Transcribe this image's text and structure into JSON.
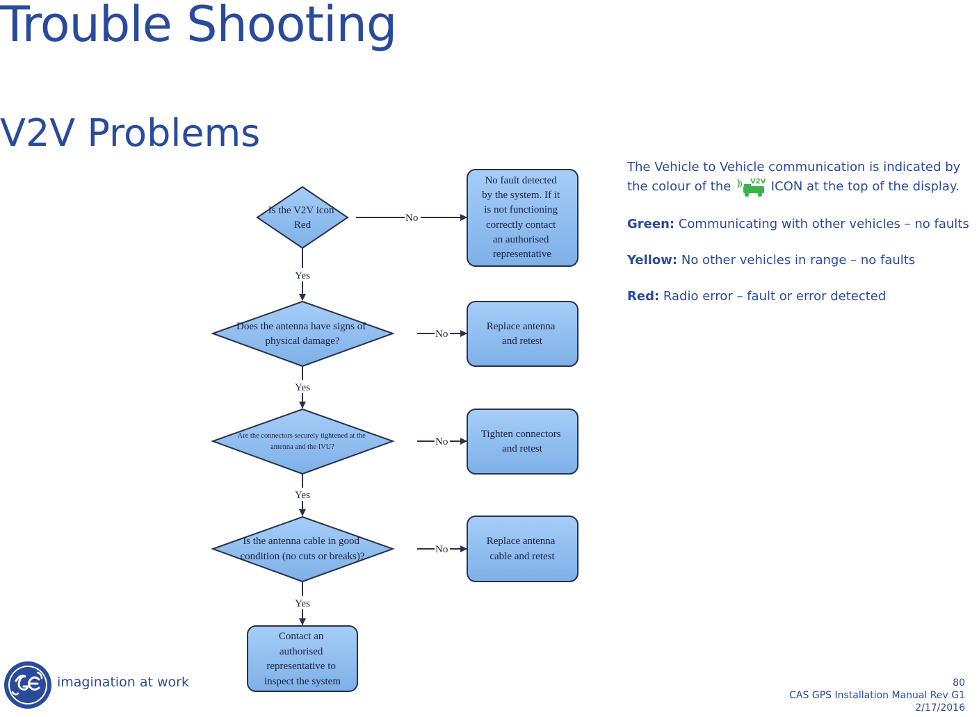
{
  "page": {
    "title": "Trouble Shooting",
    "subtitle": "V2V Problems"
  },
  "info": {
    "intro_part1": "The Vehicle to Vehicle communication is indicated by",
    "intro_part2": "the colour of the",
    "intro_part3": "ICON at the top of the display.",
    "icon_label": "V2V",
    "states": [
      {
        "label": "Green:",
        "text": "Communicating with other vehicles – no faults"
      },
      {
        "label": "Yellow:",
        "text": "No other vehicles in range – no faults"
      },
      {
        "label": "Red:",
        "text": "Radio error – fault or error detected"
      }
    ]
  },
  "flowchart": {
    "decisions": [
      {
        "lines": [
          "Is the V2V icon",
          "Red"
        ]
      },
      {
        "lines": [
          "Does the antenna have signs of",
          "physical damage?"
        ]
      },
      {
        "lines": [
          "Are the connectors securely tightened at the",
          "antenna and the IVU?"
        ]
      },
      {
        "lines": [
          "Is the antenna cable in good",
          "condition (no cuts or breaks)?"
        ]
      }
    ],
    "actions": [
      {
        "lines": [
          "No fault detected",
          "by the system.  If it",
          "is not functioning",
          "correctly contact",
          "an authorised",
          "representative"
        ]
      },
      {
        "lines": [
          "Replace antenna",
          "and retest"
        ]
      },
      {
        "lines": [
          "Tighten connectors",
          "and retest"
        ]
      },
      {
        "lines": [
          "Replace antenna",
          "cable and retest"
        ]
      },
      {
        "lines": [
          "Contact an",
          "authorised",
          "representative to",
          "inspect the system"
        ]
      }
    ],
    "yes_label": "Yes",
    "no_label": "No"
  },
  "colors": {
    "brand_blue": "#2a4a9b",
    "node_fill": "#8fbcef",
    "node_stroke": "#2b3247",
    "icon_green": "#3bb34a"
  },
  "footer": {
    "tagline": "imagination at work",
    "page_number": "80",
    "doc_title": "CAS GPS Installation Manual Rev G1",
    "date": "2/17/2016"
  }
}
